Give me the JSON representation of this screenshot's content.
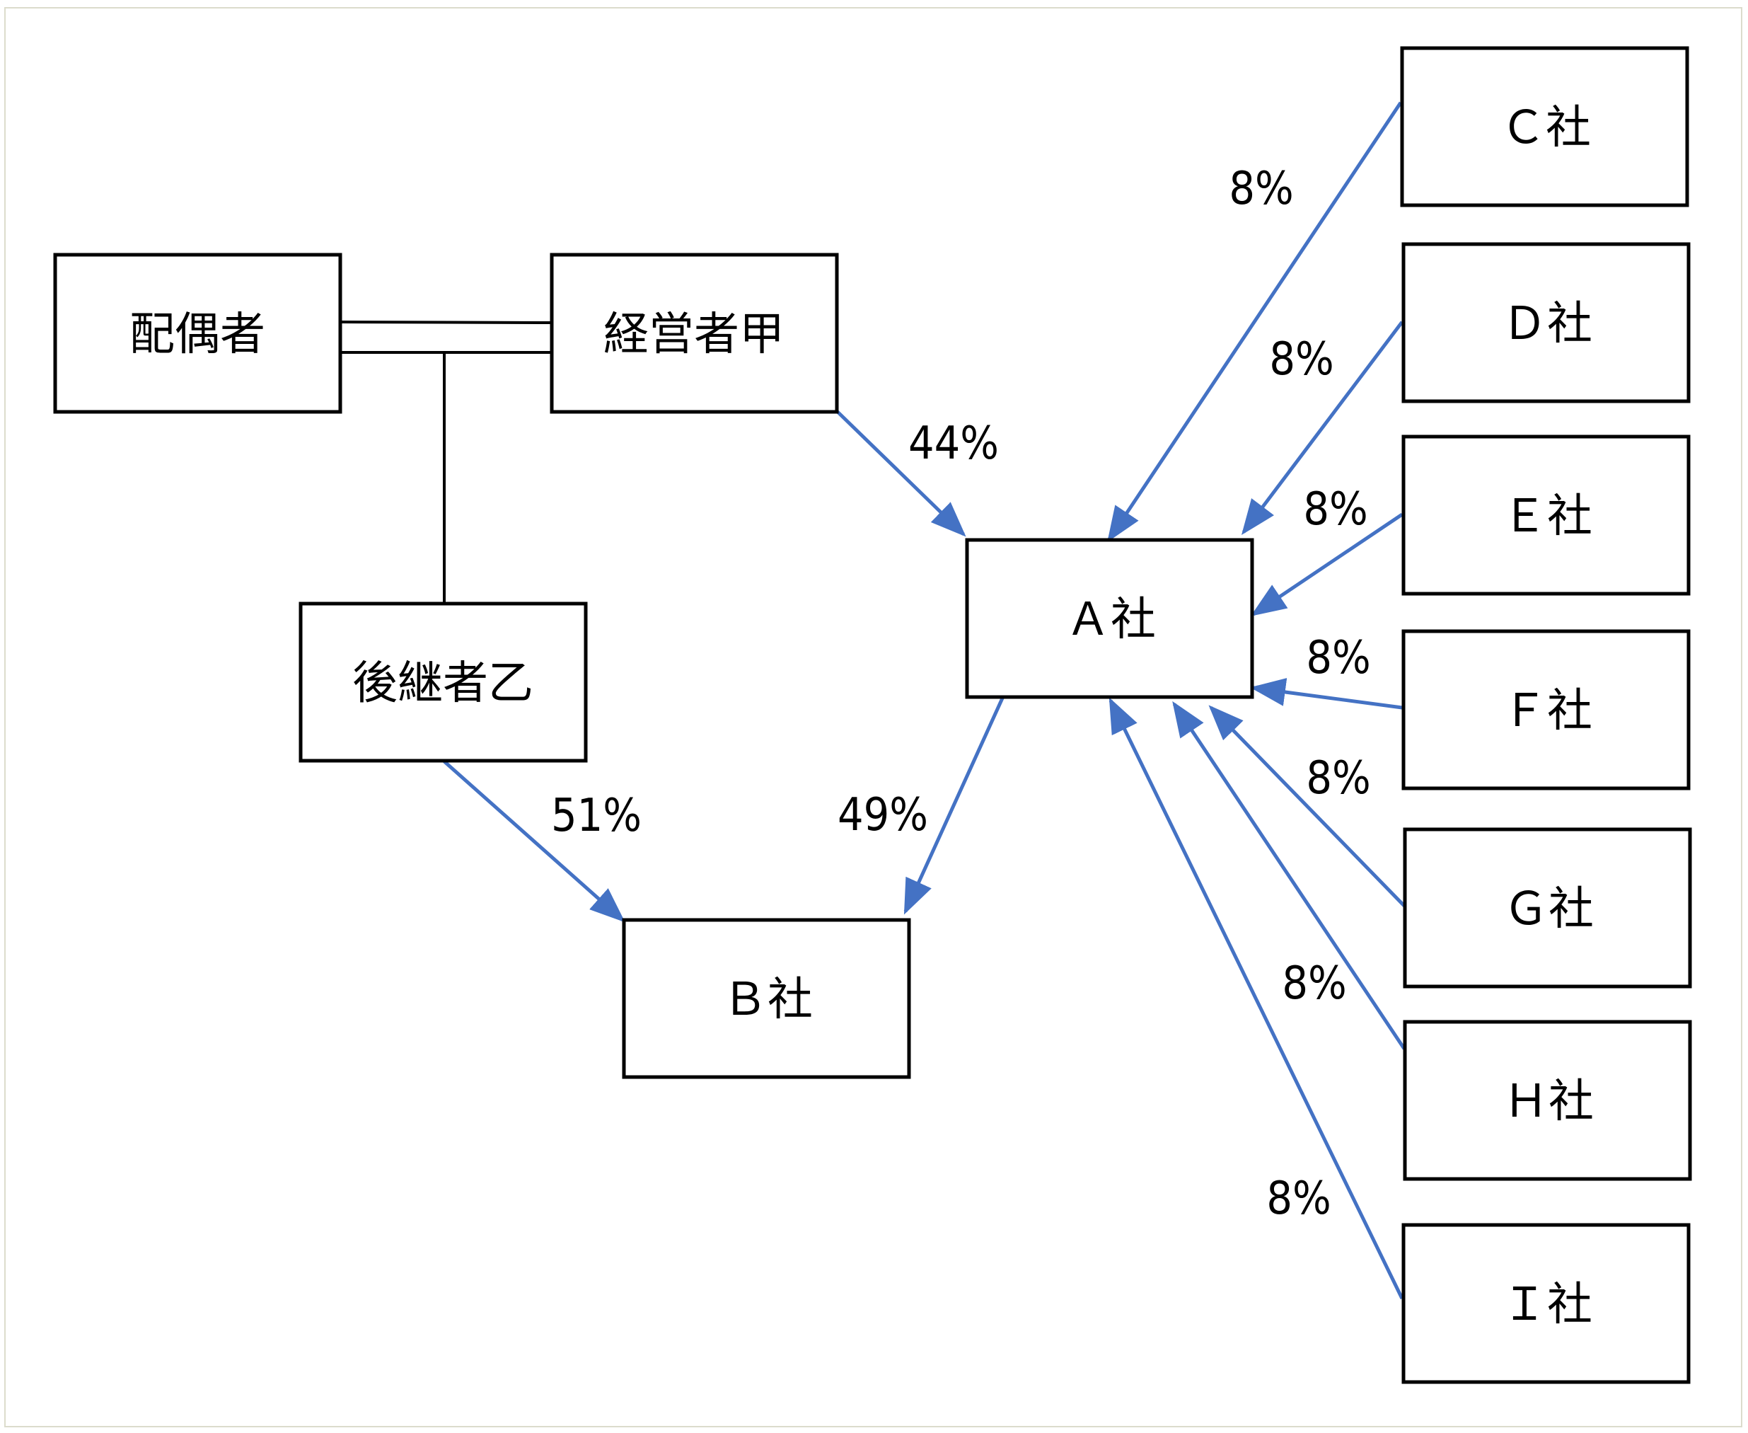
{
  "colors": {
    "arrow": "#4472c4",
    "box_border": "#000000"
  },
  "nodes": {
    "spouse": "配偶者",
    "manager": "経営者甲",
    "successor": "後継者乙",
    "a": "Ａ社",
    "b": "Ｂ社",
    "c": "Ｃ社",
    "d": "Ｄ社",
    "e": "Ｅ社",
    "f": "Ｆ社",
    "g": "Ｇ社",
    "h": "Ｈ社",
    "i": "Ｉ社"
  },
  "edges": [
    {
      "from": "manager",
      "to": "a",
      "label": "44%"
    },
    {
      "from": "successor",
      "to": "b",
      "label": "51%"
    },
    {
      "from": "a",
      "to": "b",
      "label": "49%"
    },
    {
      "from": "c",
      "to": "a",
      "label": "8%"
    },
    {
      "from": "d",
      "to": "a",
      "label": "8%"
    },
    {
      "from": "e",
      "to": "a",
      "label": "8%"
    },
    {
      "from": "f",
      "to": "a",
      "label": "8%"
    },
    {
      "from": "g",
      "to": "a",
      "label": "8%"
    },
    {
      "from": "h",
      "to": "a",
      "label": "8%"
    },
    {
      "from": "i",
      "to": "a",
      "label": "8%"
    }
  ]
}
